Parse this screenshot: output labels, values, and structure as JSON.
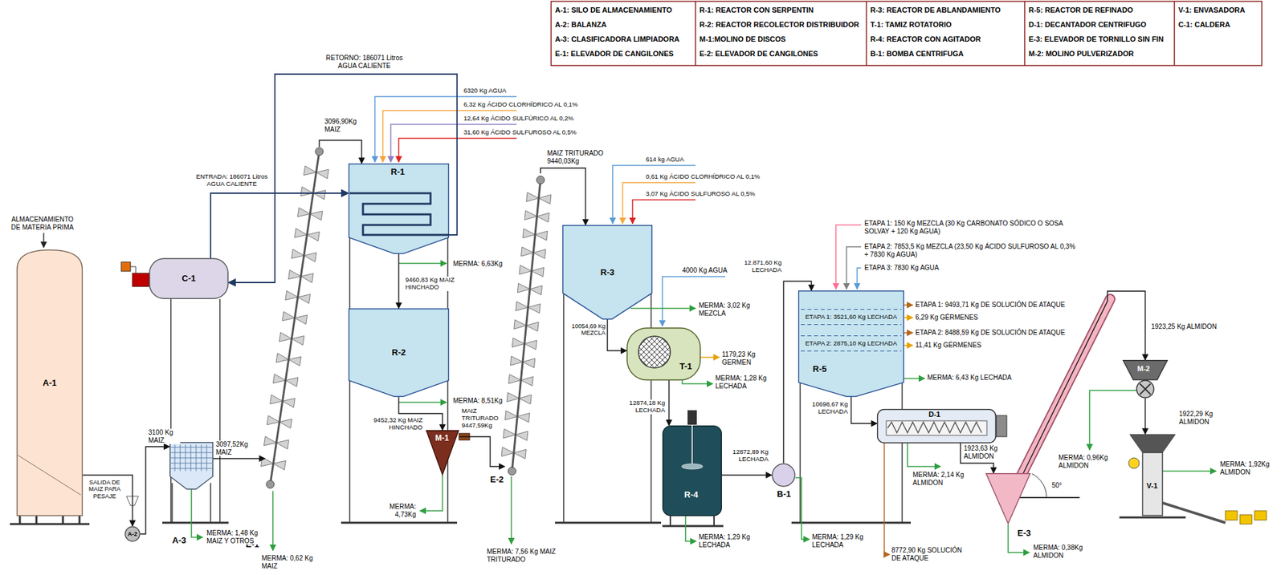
{
  "diagram": {
    "nodes": [
      {
        "text": [
          "A-1"
        ]
      },
      {
        "text": [
          "A-2"
        ]
      },
      {
        "text": [
          "A-3"
        ]
      },
      {
        "text": [
          "E-1"
        ]
      },
      {
        "text": [
          "C-1"
        ]
      },
      {
        "text": [
          "R-1"
        ]
      },
      {
        "text": [
          "R-2"
        ]
      },
      {
        "text": [
          "M-1"
        ]
      },
      {
        "text": [
          "E-2"
        ]
      },
      {
        "text": [
          "R-3"
        ]
      },
      {
        "text": [
          "T-1"
        ]
      },
      {
        "text": [
          "R-4"
        ]
      },
      {
        "text": [
          "B-1"
        ]
      },
      {
        "text": [
          "R-5"
        ]
      },
      {
        "text": [
          "ETAPA 1: 3521,60 Kg LECHADA"
        ],
        "in": 13
      },
      {
        "text": [
          "ETAPA 2: 2875,10 Kg LECHADA"
        ],
        "in": 13
      },
      {
        "text": [
          "D-1"
        ]
      },
      {
        "text": [
          "E-3"
        ]
      },
      {
        "text": [
          "M-2"
        ]
      },
      {
        "text": [
          "V-1"
        ]
      }
    ],
    "edges": [
      {
        "from": 0,
        "to": 1,
        "arrow": "to"
      },
      {
        "from": 1,
        "to": 2,
        "arrow": "to"
      },
      {
        "from": 2,
        "to": 3,
        "arrow": "to"
      },
      {
        "from": 3,
        "to": 5,
        "arrow": "to"
      },
      {
        "from": 4,
        "to": 5,
        "arrow": "to"
      },
      {
        "from": 5,
        "to": 4,
        "arrow": "to"
      },
      {
        "from": 5,
        "to": 6,
        "arrow": "to"
      },
      {
        "from": 6,
        "to": 7,
        "arrow": "to"
      },
      {
        "from": 7,
        "to": 8,
        "arrow": "to"
      },
      {
        "from": 8,
        "to": 9,
        "arrow": "to"
      },
      {
        "from": 9,
        "to": 10,
        "arrow": "to"
      },
      {
        "from": 10,
        "to": 11,
        "arrow": "to"
      },
      {
        "from": 11,
        "to": 12,
        "arrow": "to"
      },
      {
        "from": 12,
        "to": 13,
        "arrow": "to"
      },
      {
        "from": 13,
        "to": 16,
        "arrow": "to"
      },
      {
        "from": 16,
        "to": 17,
        "arrow": "to"
      },
      {
        "from": 17,
        "to": 18,
        "arrow": "to"
      },
      {
        "from": 18,
        "to": 19,
        "arrow": "to"
      }
    ],
    "labels": [
      "A-1: SILO DE ALMACENAMIENTO",
      "A-2: BALANZA",
      "A-3: CLASIFICADORA LIMPIADORA",
      "E-1: ELEVADOR DE CANGILONES",
      "R-1: REACTOR CON SERPENTIN",
      "R-2: REACTOR RECOLECTOR DISTRIBUIDOR",
      "M-1:MOLINO DE DISCOS",
      "E-2: ELEVADOR DE CANGILONES",
      "R-3: REACTOR DE ABLANDAMIENTO",
      "T-1: TAMIZ ROTATORIO",
      "R-4: REACTOR CON AGITADOR",
      "B-1: BOMBA CENTRIFUGA",
      "R-5: REACTOR DE REFINADO",
      "D-1: DECANTADOR CENTRIFUGO",
      "E-3: ELEVADOR DE TORNILLO SIN FIN",
      "M-2: MOLINO PULVERIZADOR",
      "V-1: ENVASADORA",
      "C-1: CALDERA",
      "ALMACENAMIENTO DE MATERIA PRIMA",
      "SALIDA DE MAIZ PARA PESAJE",
      "3100 Kg MAIZ",
      "3097,52Kg MAIZ",
      "MERMA: 1,48 Kg MAIZ Y OTROS",
      "MERMA: 0,62 Kg MAIZ",
      "3096,90Kg MAIZ",
      "RETORNO: 186071 Litros AGUA CALIENTE",
      "ENTRADA: 186071 Litros AGUA CALIENTE",
      "6320 Kg AGUA",
      "6,32 Kg ÁCIDO CLORHÍDRICO AL 0,1%",
      "12,64 Kg ÁCIDO SULFÚRICO AL 0,2%",
      "31,60 Kg ÁCIDO SULFUROSO AL 0,5%",
      "MERMA: 6,63Kg",
      "9460,83 Kg MAIZ HINCHADO",
      "MERMA: 8,51Kg",
      "9452,32 Kg MAIZ HINCHADO",
      "MAIZ TRITURADO 9447,59Kg",
      "MERMA: 4,73Kg",
      "MAIZ TRITURADO 9440,03Kg",
      "MERMA: 7,56 Kg MAIZ TRITURADO",
      "614 kg AGUA",
      "0,61 Kg ÁCIDO CLORHÍDRICO AL 0,1%",
      "3,07 Kg ÁCIDO SULFUROSO AL 0,5%",
      "4000 Kg AGUA",
      "MERMA: 3,02 Kg MEZCLA",
      "10054,69 Kg MEZCLA",
      "1179,23 Kg GERMEN",
      "MERMA: 1,28 Kg LECHADA",
      "12874,18 Kg LECHADA",
      "MERMA: 1,29 Kg LECHADA",
      "12872,89 Kg LECHADA",
      "MERMA: 1,29 Kg LECHADA",
      "12.871,60 Kg LECHADA",
      "ETAPA 1: 150 Kg MEZCLA (30 Kg CARBONATO SÓDICO O SOSA SOLVAY + 120 Kg AGUA)",
      "ETAPA 2: 7853,5 Kg MEZCLA (23,50 Kg ÁCIDO SULFUROSO AL 0,3% + 7830 Kg AGUA)",
      "ETAPA 3: 7830 Kg AGUA",
      "ETAPA 1: 9493,71 Kg DE SOLUCIÓN DE ATAQUE",
      "6,29 Kg GÉRMENES",
      "ETAPA 2: 8488,59 Kg DE SOLUCIÓN DE ATAQUE",
      "11,41 Kg GÉRMENES",
      "MERMA: 6,43 Kg LECHADA",
      "10698,67 Kg LECHADA",
      "1923,63 Kg ALMIDON",
      "MERMA: 2,14 Kg ALMIDON",
      "8772,90 Kg SOLUCIÓN DE ATAQUE",
      "MERMA: 0,38Kg ALMIDON",
      "50°",
      "1923,25 Kg ALMIDON",
      "MERMA: 0,96Kg ALMIDON",
      "1922,29 Kg ALMIDON",
      "MERMA: 1,92Kg ALMIDON"
    ]
  }
}
